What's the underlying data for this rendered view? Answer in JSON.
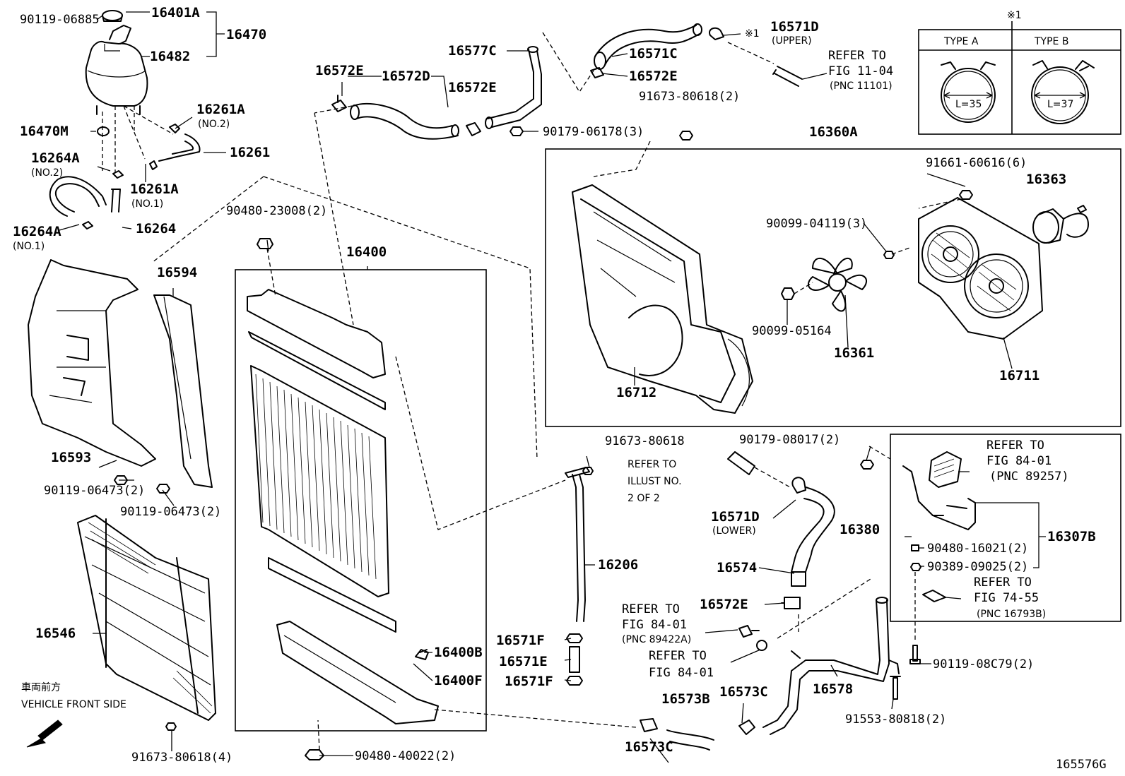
{
  "figure_id": "165576G",
  "vehicle_front": {
    "jp": "車両前方",
    "en": "VEHICLE FRONT SIDE"
  },
  "note_mark": "※1",
  "clamp_types": {
    "header": "※1",
    "type_a": {
      "label": "TYPE A",
      "dim": "L=35"
    },
    "type_b": {
      "label": "TYPE B",
      "dim": "L=37"
    }
  },
  "labels": {
    "p90119_06885": "90119-06885",
    "p16401A": "16401A",
    "p16470": "16470",
    "p16482": "16482",
    "p16470M": "16470M",
    "p16261A_no2": "16261A",
    "no2_a": "(NO.2)",
    "p16261": "16261",
    "p16264A_no2": "16264A",
    "no2_b": "(NO.2)",
    "p16261A_no1": "16261A",
    "no1_a": "(NO.1)",
    "p16264": "16264",
    "p16264A_no1": "16264A",
    "no1_b": "(NO.1)",
    "p16572E_a": "16572E",
    "p16572D": "16572D",
    "p16572E_b": "16572E",
    "p16577C": "16577C",
    "p90179_06178": "90179-06178(3)",
    "p16571C": "16571C",
    "p16572E_c": "16572E",
    "p16571D_upper": "16571D",
    "upper": "(UPPER)",
    "mark1": "※1",
    "refer_11_04_a": "REFER TO",
    "refer_11_04_b": "FIG 11-04",
    "refer_11_04_c": "(PNC 11101)",
    "p91673_80618_2": "91673-80618(2)",
    "p16360A": "16360A",
    "p91661_60616": "91661-60616(6)",
    "p16363": "16363",
    "p90099_04119": "90099-04119(3)",
    "p90099_05164": "90099-05164",
    "p16361": "16361",
    "p16711": "16711",
    "p16712": "16712",
    "p90480_23008": "90480-23008(2)",
    "p16400": "16400",
    "p16594": "16594",
    "p16593": "16593",
    "p90119_06473_a": "90119-06473(2)",
    "p90119_06473_b": "90119-06473(2)",
    "p16546": "16546",
    "p91673_80618_4": "91673-80618(4)",
    "p16400B": "16400B",
    "p16400F": "16400F",
    "p90480_40022": "90480-40022(2)",
    "p91673_80618": "91673-80618",
    "refer_illust_a": "REFER TO",
    "refer_illust_b": "ILLUST NO.",
    "refer_illust_c": "2 OF 2",
    "p16206": "16206",
    "p16571F_a": "16571F",
    "p16571E": "16571E",
    "p16571F_b": "16571F",
    "p90179_08017": "90179-08017(2)",
    "p16571D_lower": "16571D",
    "lower": "(LOWER)",
    "p16574": "16574",
    "p16572E_d": "16572E",
    "refer_84_01a_a": "REFER TO",
    "refer_84_01a_b": "FIG 84-01",
    "refer_84_01a_c": "(PNC 89422A)",
    "refer_84_01b_a": "REFER TO",
    "refer_84_01b_b": "FIG 84-01",
    "p16573B": "16573B",
    "p16573C_a": "16573C",
    "p16578": "16578",
    "p16573C_b": "16573C",
    "p91553_80818": "91553-80818(2)",
    "refer_89257_a": "REFER TO",
    "refer_89257_b": "FIG 84-01",
    "refer_89257_c": "(PNC 89257)",
    "p16380": "16380",
    "p16307B": "16307B",
    "p90480_16021": "90480-16021(2)",
    "p90389_09025": "90389-09025(2)",
    "refer_74_55_a": "REFER TO",
    "refer_74_55_b": "FIG 74-55",
    "refer_74_55_c": "(PNC 16793B)",
    "p90119_08C79": "90119-08C79(2)"
  }
}
